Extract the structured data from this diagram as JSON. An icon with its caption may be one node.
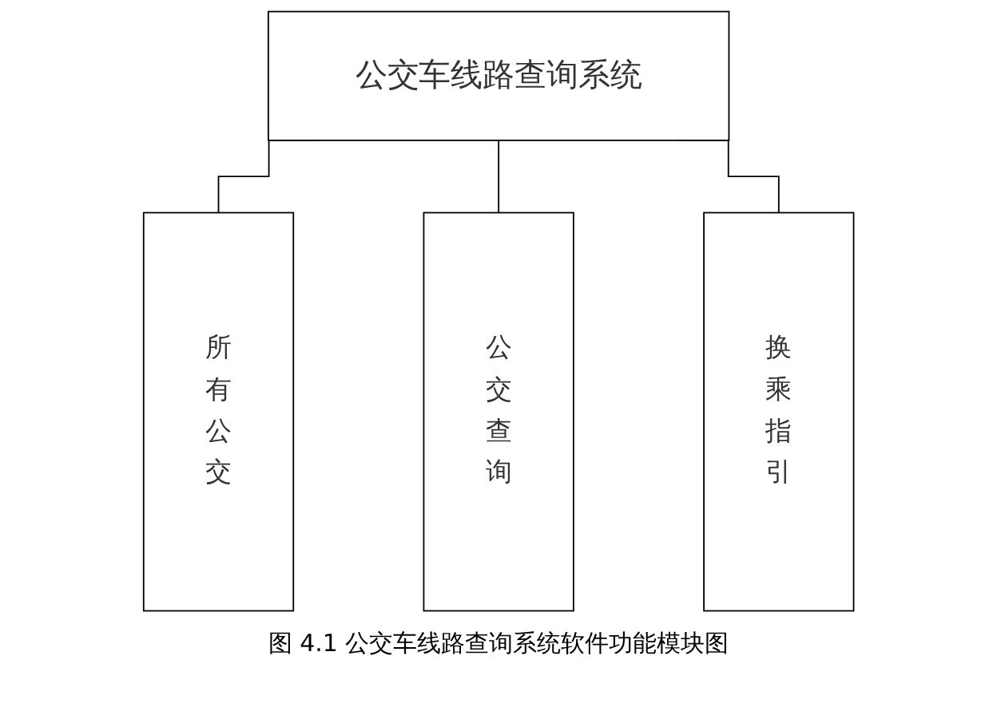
{
  "diagram": {
    "caption": "图 4.1 公交车线路查询系统软件功能模块图",
    "nodes": [
      {
        "text": [
          "公交车线路查询系统"
        ]
      },
      {
        "text": [
          "所有公交"
        ]
      },
      {
        "text": [
          "公交查询"
        ]
      },
      {
        "text": [
          "换乘指引"
        ]
      }
    ],
    "edges": [
      {
        "from": 0,
        "to": 1,
        "arrow": "none"
      },
      {
        "from": 0,
        "to": 2,
        "arrow": "none"
      },
      {
        "from": 0,
        "to": 3,
        "arrow": "none"
      }
    ]
  }
}
